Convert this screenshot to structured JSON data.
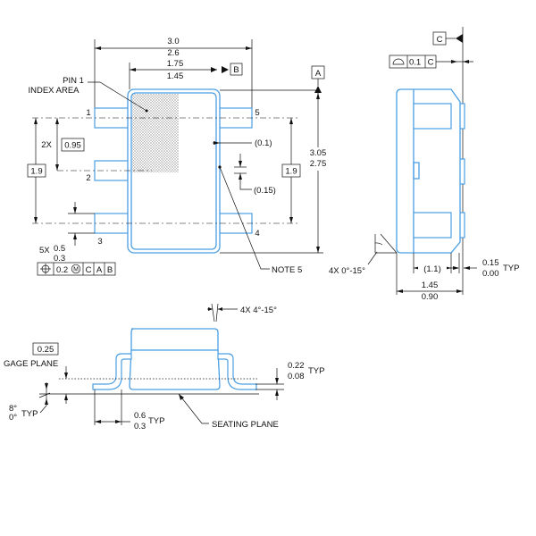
{
  "top_view": {
    "width_max": "3.0",
    "width_min": "2.6",
    "body_width_max": "1.75",
    "body_width_min": "1.45",
    "datum_b": "B",
    "datum_a": "A",
    "pin1_label_line1": "PIN 1",
    "pin1_label_line2": "INDEX AREA",
    "pin_1": "1",
    "pin_2": "2",
    "pin_3": "3",
    "pin_4": "4",
    "pin_5": "5",
    "pitch_count": "2X",
    "pitch_value": "0.95",
    "span_left": "1.9",
    "span_right": "1.9",
    "length_max": "3.05",
    "length_min": "2.75",
    "offset_0_1": "(0.1)",
    "offset_0_15": "(0.15)",
    "note": "NOTE 5",
    "lead_count": "5X",
    "lead_width_max": "0.5",
    "lead_width_min": "0.3",
    "fcf_tolerance": "0.2",
    "fcf_modifier": "M",
    "fcf_datum_1": "C",
    "fcf_datum_2": "A",
    "fcf_datum_3": "B"
  },
  "side_view": {
    "datum_c": "C",
    "flatness_value": "0.1",
    "flatness_datum": "C",
    "angle_label": "4X 0°-15°",
    "standoff_ref": "(1.1)",
    "height_max": "1.45",
    "height_min": "0.90",
    "standoff_max": "0.15",
    "standoff_min": "0.00",
    "standoff_typ": "TYP"
  },
  "end_view": {
    "draft_angle": "4X 4°-15°",
    "gage_value": "0.25",
    "gage_plane": "GAGE PLANE",
    "lead_thk_max": "0.22",
    "lead_thk_min": "0.08",
    "lead_thk_typ": "TYP",
    "foot_angle_max": "8°",
    "foot_angle_min": "0°",
    "foot_angle_typ": "TYP",
    "foot_len_max": "0.6",
    "foot_len_min": "0.3",
    "foot_len_typ": "TYP",
    "seating_plane": "SEATING PLANE"
  }
}
